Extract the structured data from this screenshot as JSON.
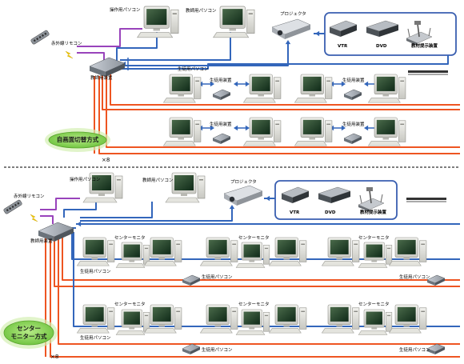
{
  "colors": {
    "line_red": "#ee5522",
    "line_blue": "#3366bb",
    "line_purple": "#9944bb",
    "av_box_border": "#3a5fb0",
    "badge_green": "#8fd45a",
    "badge_halo": "#d4f0b4",
    "divider": "#555555"
  },
  "top": {
    "remote_label": "赤外線リモコン",
    "operator_pc_label": "操作用パソコン",
    "teacher_pc_label": "教師用パソコン",
    "projector_label": "プロジェクタ",
    "teacher_device_label": "教師用装置",
    "student_pc_label": "生徒用パソコン",
    "student_devices": [
      "生徒用装置",
      "生徒用装置",
      "生徒用装置",
      "生徒用装置"
    ],
    "av": [
      "VTR",
      "DVD",
      "教材提示装置"
    ],
    "mode_badge": "自画面切替方式",
    "multiplier": "×8"
  },
  "bottom": {
    "remote_label": "赤外線リモコン",
    "operator_pc_label": "操作用パソコン",
    "teacher_pc_label": "教師用パソコン",
    "projector_label": "プロジェクタ",
    "teacher_device_label": "教師用装置",
    "center_monitors": [
      "センターモニタ",
      "センターモニタ",
      "センターモニタ",
      "センターモニタ",
      "センターモニタ",
      "センターモニタ"
    ],
    "student_pcs": [
      "生徒用パソコン",
      "生徒用パソコン",
      "生徒用パソコン",
      "生徒用パソコン",
      "生徒用パソコン",
      "生徒用パソコン"
    ],
    "av": [
      "VTR",
      "DVD",
      "教材提示装置"
    ],
    "mode_badge_line1": "センター",
    "mode_badge_line2": "モニター方式",
    "multiplier": "×8"
  }
}
